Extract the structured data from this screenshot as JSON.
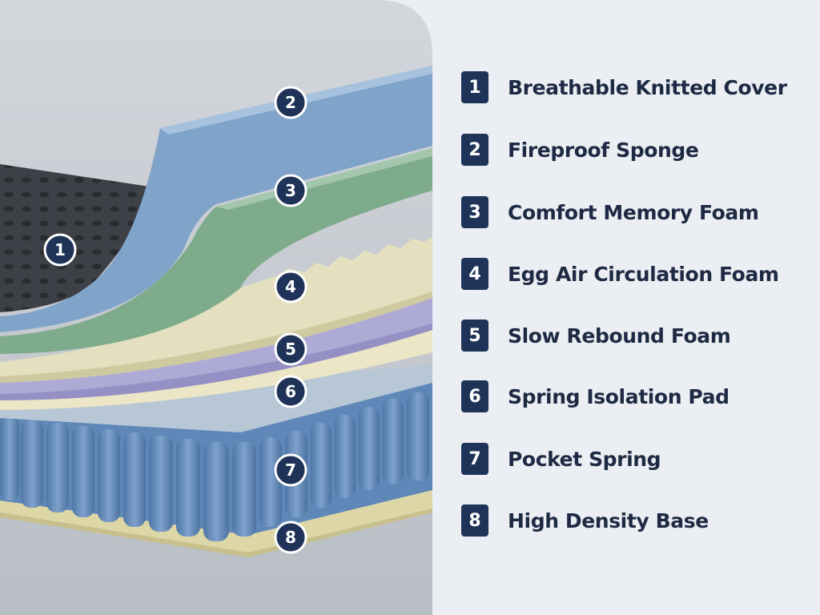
{
  "colors": {
    "badge": "#1f3358",
    "text": "#1e2a44",
    "background": "#ebeef2",
    "panel": "#c9cdd3",
    "knitted_cover": "#3b3e44",
    "fireproof_sponge": "#7fa3c9",
    "memory_foam": "#7fab8d",
    "egg_foam": "#e3dfbf",
    "slow_rebound": "#aeaad6",
    "isolation_pad": "#ece6c6",
    "pocket_spring": "#5f88b8",
    "base": "#ddd6a6"
  },
  "layers": [
    {
      "number": "1",
      "name": "Breathable Knitted Cover"
    },
    {
      "number": "2",
      "name": "Fireproof Sponge"
    },
    {
      "number": "3",
      "name": "Comfort Memory Foam"
    },
    {
      "number": "4",
      "name": "Egg Air Circulation Foam"
    },
    {
      "number": "5",
      "name": "Slow Rebound Foam"
    },
    {
      "number": "6",
      "name": "Spring Isolation Pad"
    },
    {
      "number": "7",
      "name": "Pocket Spring"
    },
    {
      "number": "8",
      "name": "High Density Base"
    }
  ]
}
